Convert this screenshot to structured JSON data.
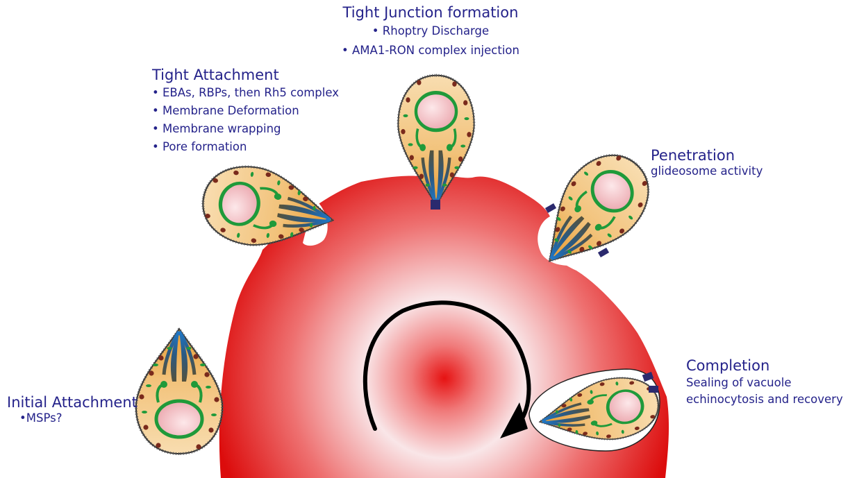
{
  "labels": {
    "tight_junction": {
      "title": "Tight Junction formation",
      "items": [
        "• Rhoptry Discharge",
        "• AMA1-RON complex injection"
      ]
    },
    "tight_attachment": {
      "title": "Tight Attachment",
      "items": [
        "• EBAs, RBPs, then Rh5 complex",
        "• Membrane Deformation",
        "• Membrane wrapping",
        "• Pore formation"
      ]
    },
    "penetration": {
      "title": "Penetration",
      "items": [
        "glideosome activity"
      ]
    },
    "completion": {
      "title": "Completion",
      "items": [
        "Sealing of vacuole",
        "echinocytosis and recovery"
      ]
    },
    "initial_attachment": {
      "title": "Initial Attachment",
      "items": [
        "•MSPs?"
      ]
    }
  },
  "colors": {
    "cell_edge": "#e01010",
    "cell_center": "#f8e8ea",
    "label_text": "#24228a",
    "parasite_fill": "#f3cf95",
    "parasite_dark": "#e5a23c",
    "nucleus": "#f4c8cc",
    "green": "#1f9a3a",
    "rhoptry_blue": "#1f6fb6",
    "junction": "#2b2a6e",
    "arrow": "#000000"
  }
}
